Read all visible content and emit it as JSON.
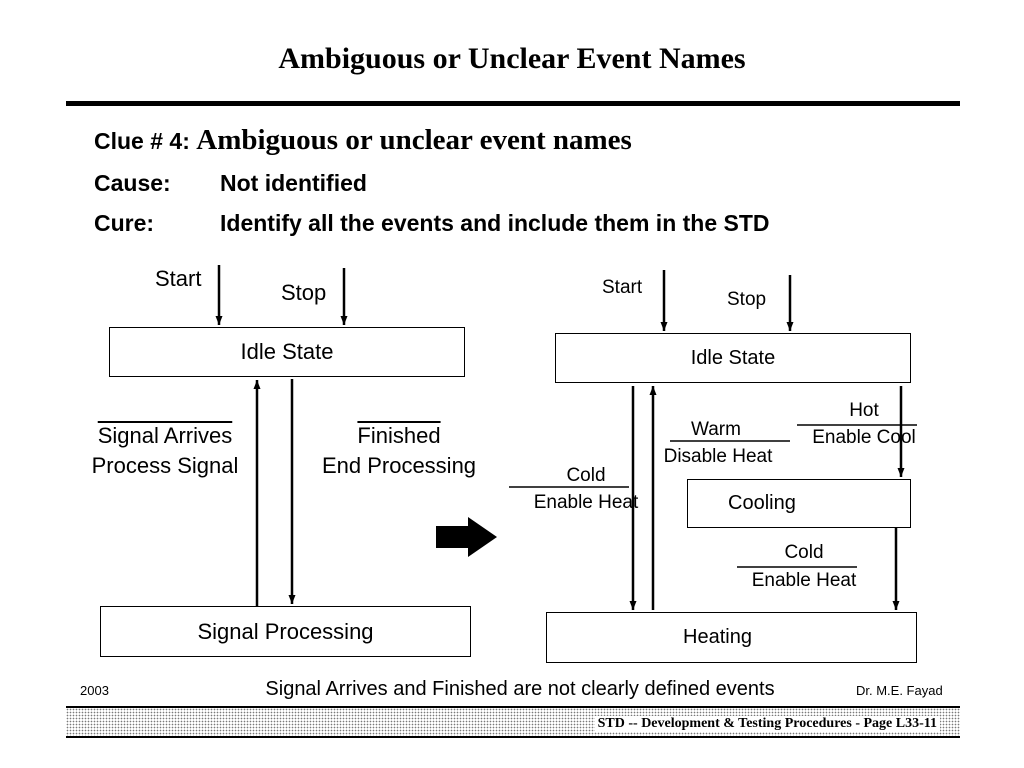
{
  "slide": {
    "title": "Ambiguous or Unclear Event Names",
    "clue_label": "Clue # 4:",
    "clue_title": "Ambiguous or unclear event names",
    "cause_label": "Cause:",
    "cause_value": "Not identified",
    "cure_label": "Cure:",
    "cure_value": "Identify all the events and include them in the STD"
  },
  "left_diagram": {
    "start_label": "Start",
    "stop_label": "Stop",
    "idle_state": "Idle State",
    "signal_processing": "Signal Processing",
    "signal_arrives_event": "Signal Arrives",
    "signal_arrives_action": "Process Signal",
    "finished_event": "Finished",
    "finished_action": "End Processing"
  },
  "right_diagram": {
    "start_label": "Start",
    "stop_label": "Stop",
    "idle_state": "Idle State",
    "cooling_state": "Cooling",
    "heating_state": "Heating",
    "cold_event_left": "Cold",
    "cold_action_left": "Enable Heat",
    "warm_event": "Warm",
    "warm_action": "Disable Heat",
    "hot_event": "Hot",
    "hot_action": "Enable Cool",
    "cold_event_right": "Cold",
    "cold_action_right": "Enable Heat"
  },
  "footer": {
    "year": "2003",
    "note": "Signal Arrives and Finished are not clearly defined events",
    "author": "Dr. M.E. Fayad",
    "page_ref": "STD -- Development & Testing Procedures  - Page L33-11"
  }
}
